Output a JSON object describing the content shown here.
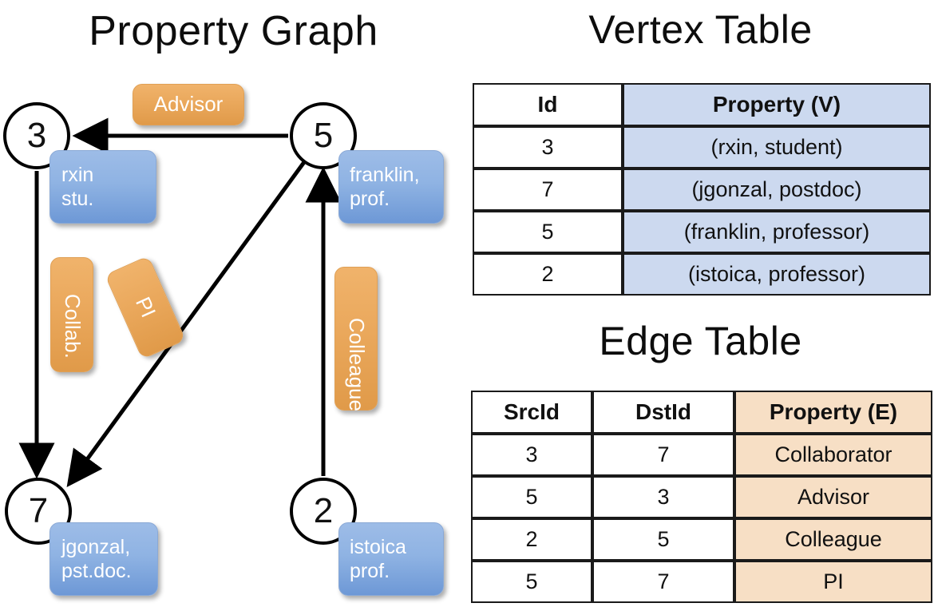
{
  "titles": {
    "graph": "Property Graph",
    "vertex_table": "Vertex Table",
    "edge_table": "Edge Table"
  },
  "graph": {
    "nodes": [
      {
        "id": "3",
        "label": "3",
        "property_line1": "rxin",
        "property_line2": "stu."
      },
      {
        "id": "5",
        "label": "5",
        "property_line1": "franklin,",
        "property_line2": "prof."
      },
      {
        "id": "7",
        "label": "7",
        "property_line1": "jgonzal,",
        "property_line2": "pst.doc."
      },
      {
        "id": "2",
        "label": "2",
        "property_line1": "istoica",
        "property_line2": "prof."
      }
    ],
    "edge_labels": {
      "advisor": "Advisor",
      "collab": "Collab.",
      "colleague": "Colleague",
      "pi": "PI"
    },
    "edges": [
      {
        "from": "3",
        "to": "7",
        "label": "Collab."
      },
      {
        "from": "5",
        "to": "3",
        "label": "Advisor"
      },
      {
        "from": "2",
        "to": "5",
        "label": "Colleague"
      },
      {
        "from": "5",
        "to": "7",
        "label": "PI"
      }
    ]
  },
  "vertex_table": {
    "headers": [
      "Id",
      "Property (V)"
    ],
    "rows": [
      {
        "id": "3",
        "property": "(rxin, student)"
      },
      {
        "id": "7",
        "property": "(jgonzal, postdoc)"
      },
      {
        "id": "5",
        "property": "(franklin, professor)"
      },
      {
        "id": "2",
        "property": "(istoica, professor)"
      }
    ]
  },
  "edge_table": {
    "headers": [
      "SrcId",
      "DstId",
      "Property (E)"
    ],
    "rows": [
      {
        "src": "3",
        "dst": "7",
        "property": "Collaborator"
      },
      {
        "src": "5",
        "dst": "3",
        "property": "Advisor"
      },
      {
        "src": "2",
        "dst": "5",
        "property": "Colleague"
      },
      {
        "src": "5",
        "dst": "7",
        "property": "PI"
      }
    ]
  },
  "colors": {
    "vertex_chip": "#8fb3e3",
    "edge_chip": "#eaa85c",
    "vertex_table_highlight": "#ccd9ef",
    "edge_table_highlight": "#f7dfc5",
    "stroke": "#000000"
  }
}
